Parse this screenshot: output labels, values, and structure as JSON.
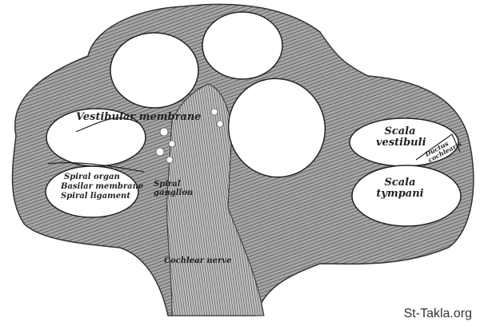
{
  "figure": {
    "labels": {
      "vestibular_membrane": "Vestibular membrane",
      "spiral_organ": "Spiral organ",
      "basilar_membrane": "Basilar membrane",
      "spiral_ligament": "Spiral ligament",
      "spiral_ganglion": "Spiral ganglion",
      "cochlear_nerve": "Cochlear nerve",
      "scala_vestibuli": "Scala vestibuli",
      "ductus_cochlearis": "Ductus cochlearis",
      "scala_tympani": "Scala tympani"
    },
    "watermark": "St-Takla.org"
  },
  "colors": {
    "tissue": "#8a8a8a",
    "tissue_dark": "#4a4a4a",
    "cavity": "#ffffff"
  }
}
